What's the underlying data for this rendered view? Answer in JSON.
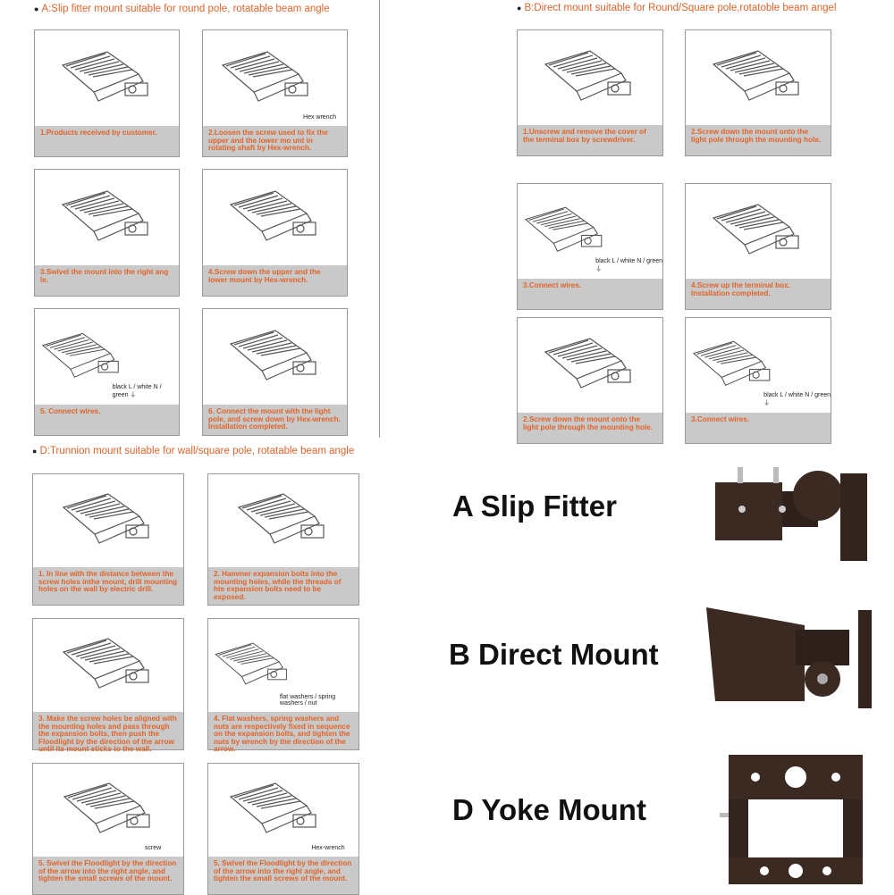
{
  "section_a": {
    "title": "A:Slip fitter mount suitable for round pole, rotatable beam angle",
    "steps": [
      {
        "caption": "1.Products received by customer."
      },
      {
        "caption": "2.Loosen the screw used to fix the upper and the lower mo unt in rotating shaft by Hex-wrench.",
        "label": "Hex wrench"
      },
      {
        "caption": "3.Swivel the mount into the right ang le."
      },
      {
        "caption": "4.Screw down the upper and the lower mount by Hex-wrench."
      },
      {
        "caption": "5. Connect wires.",
        "label": "black L / white N / green ⏚"
      },
      {
        "caption": "6. Connect the mount with the light pole, and screw down by Hex-wrench. Installation completed."
      }
    ]
  },
  "section_b": {
    "title": "B:Direct mount suitable for Round/Square pole,rotatoble beam angel",
    "steps": [
      {
        "caption": "1.Unscrew and remove the cover of the terminal box by screwdriver."
      },
      {
        "caption": "2.Screw down the mount onto the light pole through the mounting hole."
      },
      {
        "caption": "3.Connect wires.",
        "label": "black L / white N / green ⏚"
      },
      {
        "caption": "4.Screw up the terminal box. Installation completed."
      },
      {
        "caption": "2.Screw down the mount onto the light pole through the mounting hole."
      },
      {
        "caption": "3.Connect wires.",
        "label": "black L / white N / green ⏚"
      }
    ]
  },
  "section_d": {
    "title": "D:Trunnion mount suitable for wall/square pole, rotatable beam angle",
    "steps": [
      {
        "caption": "1. In line with the distance between the screw holes inthe mount, drill mounting holes on the wall by electric drill."
      },
      {
        "caption": "2. Hammer expansion bolts into the mounting holes, while the threads of hte expansion bolts need to be exposed."
      },
      {
        "caption": "3. Make the screw holes be aligned with the mounting holes and pass through the expansion bolts, then push the Floodlight by the direction of the arrow until its mount sticks to the wall."
      },
      {
        "caption": "4. Flat washers, spring washers and nuts are respectively fixed in sequence on the expansion bolts, and tighten the nuts by wrench by the direction of the arrow.",
        "label": "flat washers / spring washers / nut"
      },
      {
        "caption": "5. Swivel the Floodlight by the direction of the arrow into the right angle, and tighten the small screws of the mount.",
        "label": "screw"
      },
      {
        "caption": "5. Swivel the Floodlight by the direction of the arrow into the right angle, and tighten the small screws of the mount.",
        "label": "Hex-wrench"
      }
    ]
  },
  "products": [
    {
      "label": "A Slip Fitter"
    },
    {
      "label": "B Direct Mount"
    },
    {
      "label": "D Yoke Mount"
    }
  ],
  "colors": {
    "accent": "#e0642a",
    "caption_bg": "#c9c9c9",
    "mount": "#3a2a22"
  }
}
